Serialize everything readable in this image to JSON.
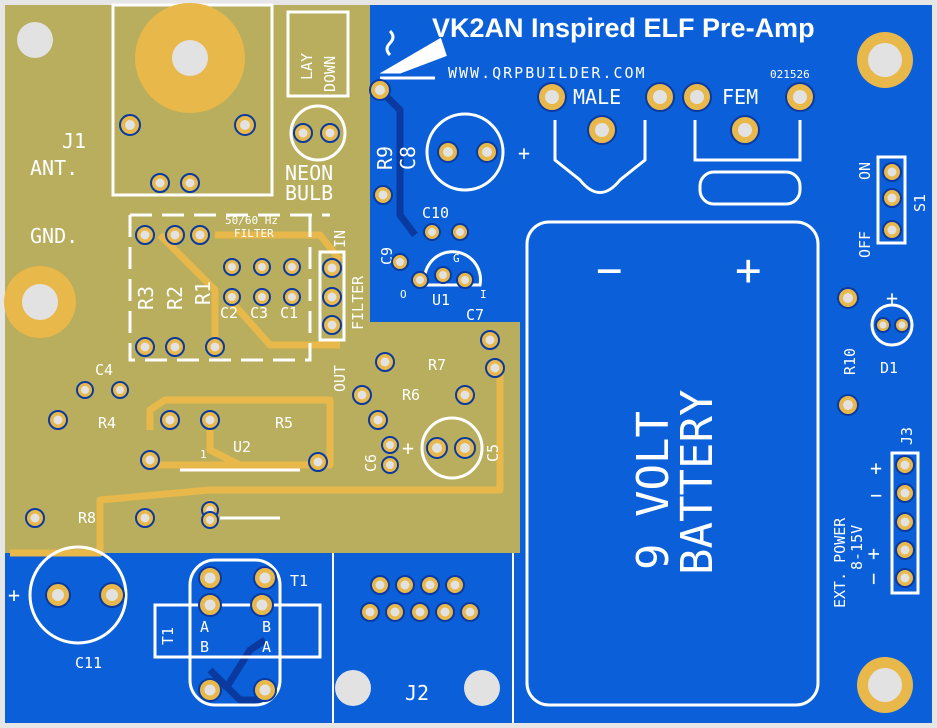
{
  "title": "VK2AN Inspired ELF Pre-Amp",
  "website": "WWW.QRPBUILDER.COM",
  "version": "021526",
  "colors": {
    "board_blue": "#0b5fd8",
    "ground_plane": "#b8ae5e",
    "copper": "#e8b84a",
    "silk": "#ffffff",
    "drill": "#e2e2e2"
  },
  "connectors": {
    "male": "MALE",
    "fem": "FEM",
    "j1": "J1",
    "ant": "ANT.",
    "gnd": "GND.",
    "j2": "J2",
    "j3": "J3"
  },
  "neon": {
    "lay": "LAY",
    "down": "DOWN",
    "neon": "NEON",
    "bulb": "BULB"
  },
  "filter": {
    "title": "50/60 Hz",
    "sub": "FILTER",
    "in": "IN",
    "out": "OUT",
    "filter": "FILTER"
  },
  "parts": {
    "r1": "R1",
    "r2": "R2",
    "r3": "R3",
    "r4": "R4",
    "r5": "R5",
    "r6": "R6",
    "r7": "R7",
    "r8": "R8",
    "r9": "R9",
    "r10": "R10",
    "c1": "C1",
    "c2": "C2",
    "c3": "C3",
    "c4": "C4",
    "c5": "C5",
    "c6": "C6",
    "c7": "C7",
    "c8": "C8",
    "c9": "C9",
    "c10": "C10",
    "c11": "C11",
    "u1": "U1",
    "u2": "U2",
    "d1": "D1",
    "s1": "S1",
    "t1": "T1",
    "u1_o": "O",
    "u1_g": "G",
    "u1_i": "I",
    "u2_pin1": "1",
    "plus": "+",
    "minus": "−",
    "t1_a": "A",
    "t1_b": "B"
  },
  "battery": {
    "minus": "−",
    "plus": "+",
    "line1": "9 VOLT",
    "line2": "BATTERY"
  },
  "switch": {
    "on": "ON",
    "off": "OFF"
  },
  "power": {
    "line1": "EXT. POWER",
    "line2": "8-15V",
    "plus": "+",
    "minus": "−"
  }
}
